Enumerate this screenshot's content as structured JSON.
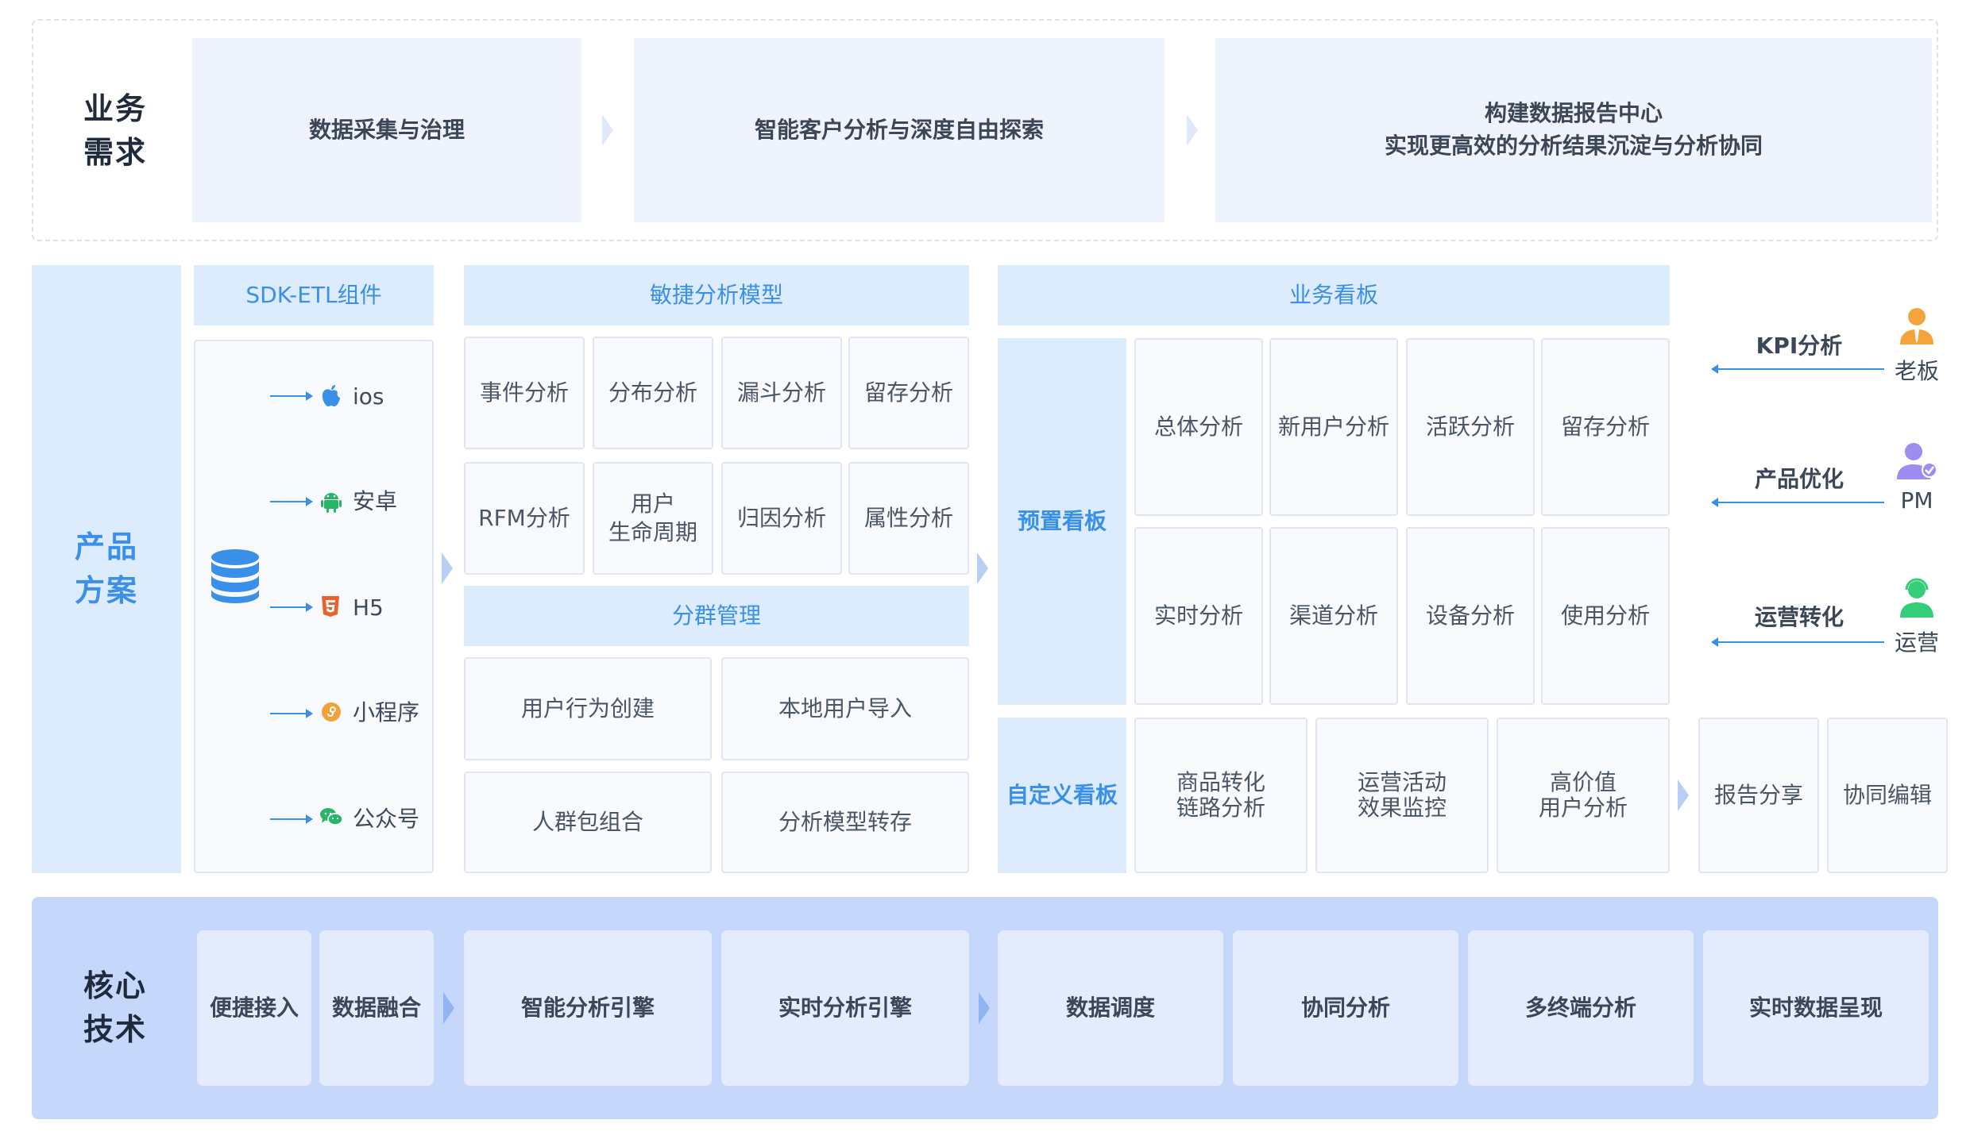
{
  "rows": {
    "business": "业务\n需求",
    "product": "产品\n方案",
    "core": "核心\n技术"
  },
  "business_needs": [
    "数据采集与治理",
    "智能客户分析与深度自由探索",
    "构建数据报告中心\n实现更高效的分析结果沉淀与分析协同"
  ],
  "sdk": {
    "title": "SDK-ETL组件",
    "sources": [
      {
        "label": "ios",
        "icon": "apple-icon"
      },
      {
        "label": "安卓",
        "icon": "android-icon"
      },
      {
        "label": "H5",
        "icon": "html5-icon"
      },
      {
        "label": "小程序",
        "icon": "mini-program-icon"
      },
      {
        "label": "公众号",
        "icon": "wechat-icon"
      }
    ],
    "db_icon": "database-icon"
  },
  "agile": {
    "title": "敏捷分析模型",
    "items": [
      "事件分析",
      "分布分析",
      "漏斗分析",
      "留存分析",
      "RFM分析",
      "用户\n生命周期",
      "归因分析",
      "属性分析"
    ]
  },
  "segment": {
    "title": "分群管理",
    "items": [
      "用户行为创建",
      "本地用户导入",
      "人群包组合",
      "分析模型转存"
    ]
  },
  "dashboard": {
    "title": "业务看板",
    "preset_label": "预置看板",
    "preset_items": [
      "总体分析",
      "新用户分析",
      "活跃分析",
      "留存分析",
      "实时分析",
      "渠道分析",
      "设备分析",
      "使用分析"
    ],
    "custom_label": "自定义看板",
    "custom_items": [
      "商品转化\n链路分析",
      "运营活动\n效果监控",
      "高价值\n用户分析"
    ]
  },
  "report": [
    "报告分享",
    "协同编辑"
  ],
  "roles": [
    {
      "analysis": "KPI分析",
      "role": "老板",
      "color": "#f5a43d",
      "icon": "boss-avatar-icon"
    },
    {
      "analysis": "产品优化",
      "role": "PM",
      "color": "#9e8df1",
      "icon": "pm-avatar-icon"
    },
    {
      "analysis": "运营转化",
      "role": "运营",
      "color": "#35cc7a",
      "icon": "operator-avatar-icon"
    }
  ],
  "core_tech": [
    "便捷接入",
    "数据融合",
    "智能分析引擎",
    "实时分析引擎",
    "数据调度",
    "协同分析",
    "多终端分析",
    "实时数据呈现"
  ],
  "colors": {
    "accent": "#3a8fe8",
    "product_band": "#dcecfd",
    "core_band": "#c5d8fb",
    "core_label": "#1f2b3d"
  }
}
